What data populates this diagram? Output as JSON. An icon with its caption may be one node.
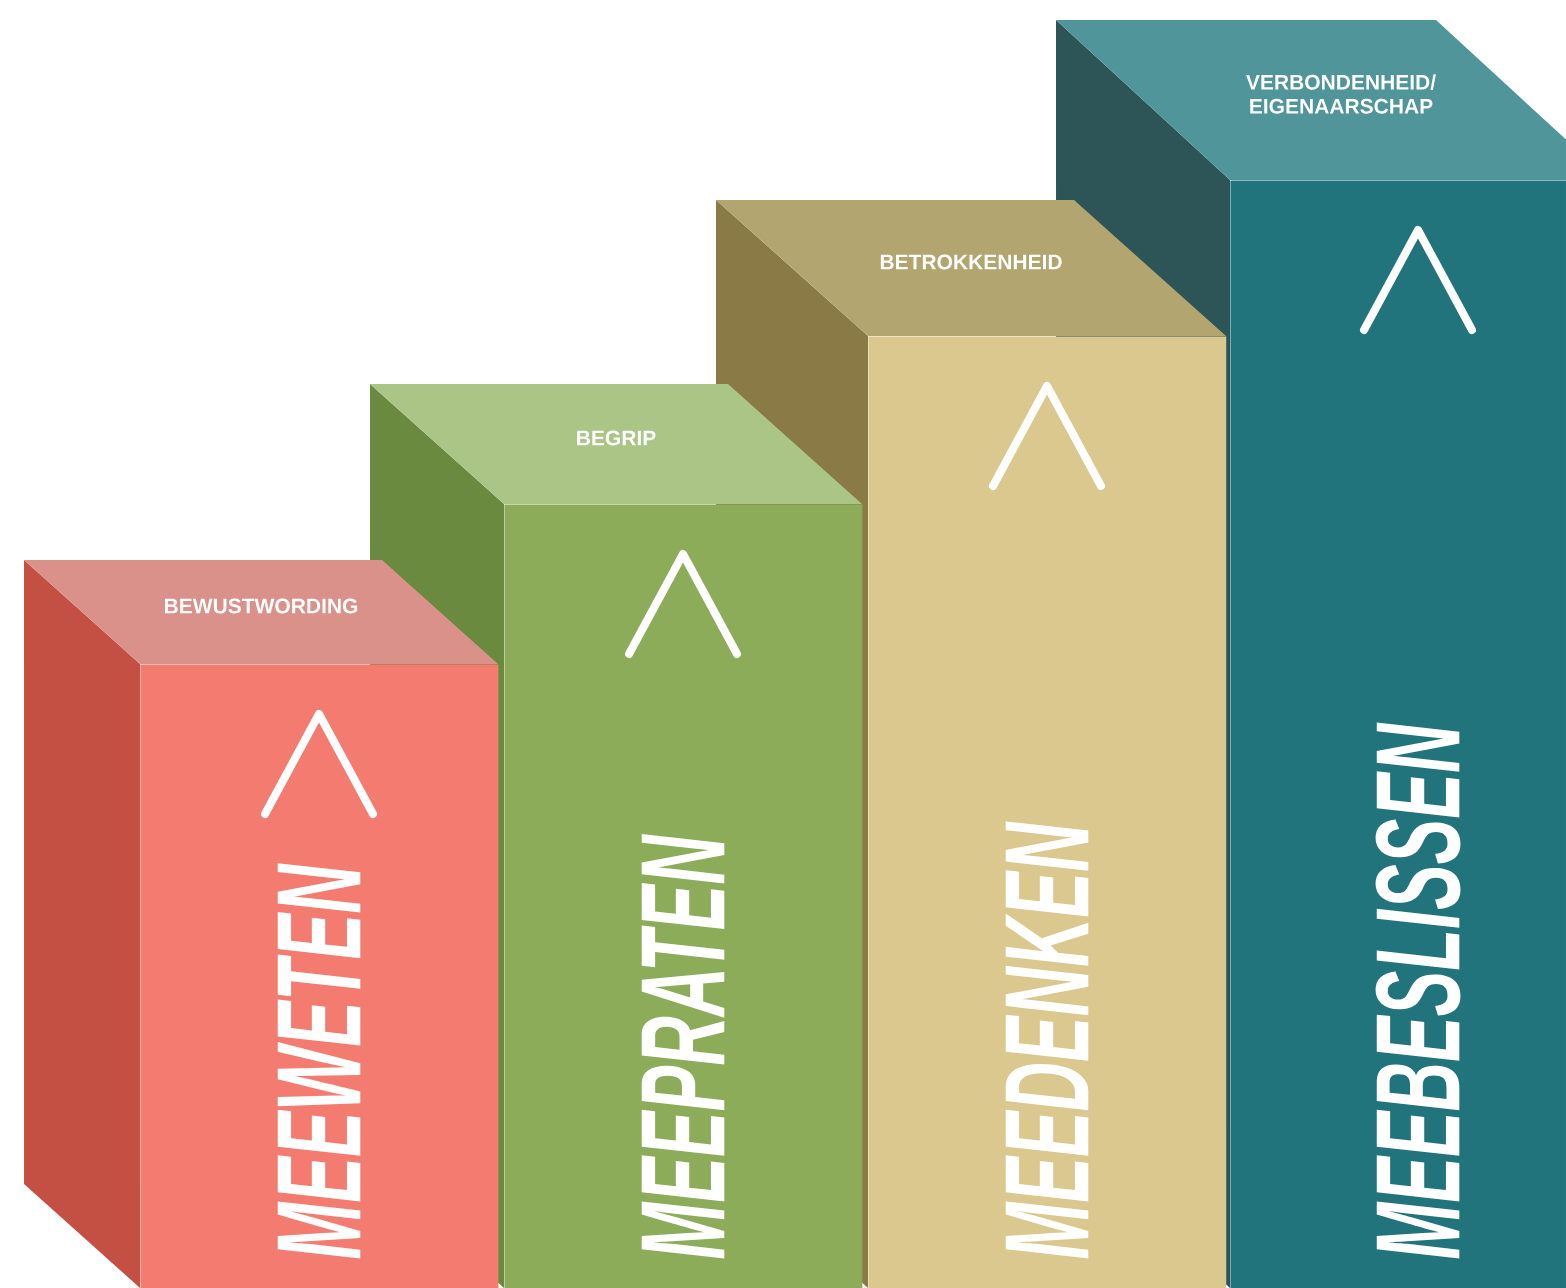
{
  "diagram": {
    "nodes": [
      {
        "text": [
          "BEWUSTWORDING",
          "MEEWETEN"
        ]
      },
      {
        "text": [
          "BEGRIP",
          "MEEPRATEN"
        ]
      },
      {
        "text": [
          "BETROKKENHEID",
          "MEEDENKEN"
        ]
      },
      {
        "text": [
          "VERBONDENHEID/ EIGENAARSCHAP",
          "MEEBESLISSEN"
        ]
      }
    ]
  }
}
